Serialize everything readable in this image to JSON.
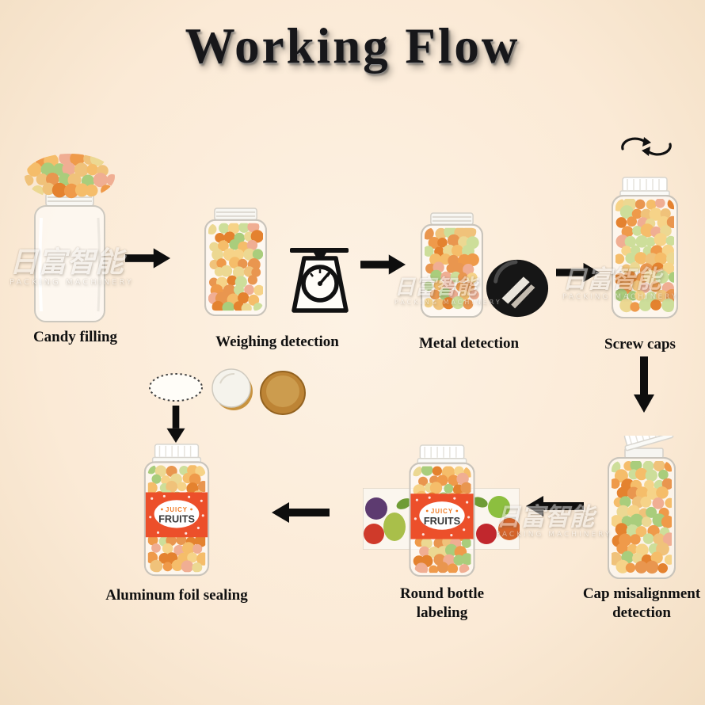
{
  "title": "Working Flow",
  "steps": [
    {
      "id": "candy-filling",
      "label": "Candy filling"
    },
    {
      "id": "weighing-detection",
      "label": "Weighing detection"
    },
    {
      "id": "metal-detection",
      "label": "Metal detection"
    },
    {
      "id": "screw-caps",
      "label": "Screw caps"
    },
    {
      "id": "cap-misalignment-detection",
      "label_line1": "Cap misalignment",
      "label_line2": "detection"
    },
    {
      "id": "round-bottle-labeling",
      "label_line1": "Round bottle",
      "label_line2": "labeling"
    },
    {
      "id": "aluminum-foil-sealing",
      "label": "Aluminum foil sealing"
    }
  ],
  "brand": {
    "top": "JUICY",
    "main": "FRUITS"
  },
  "watermark": {
    "text": "日富智能",
    "sub": "PACKING MACHINERY"
  },
  "icons": {
    "weighing": "scale-icon",
    "metal": "metal-detector-icon",
    "rotation": "rotate-arrows-icon",
    "flow": "flow-arrow-icon",
    "seal": "foil-seal-icon"
  },
  "colors": {
    "background": "#fbead6",
    "arrow": "#111111",
    "label_band": "#ec4f2a",
    "brand_top_text": "#f07a22",
    "brand_main_text": "#3a3a3a",
    "foil_gold": "#bd8435",
    "cap": "#ffffff"
  }
}
